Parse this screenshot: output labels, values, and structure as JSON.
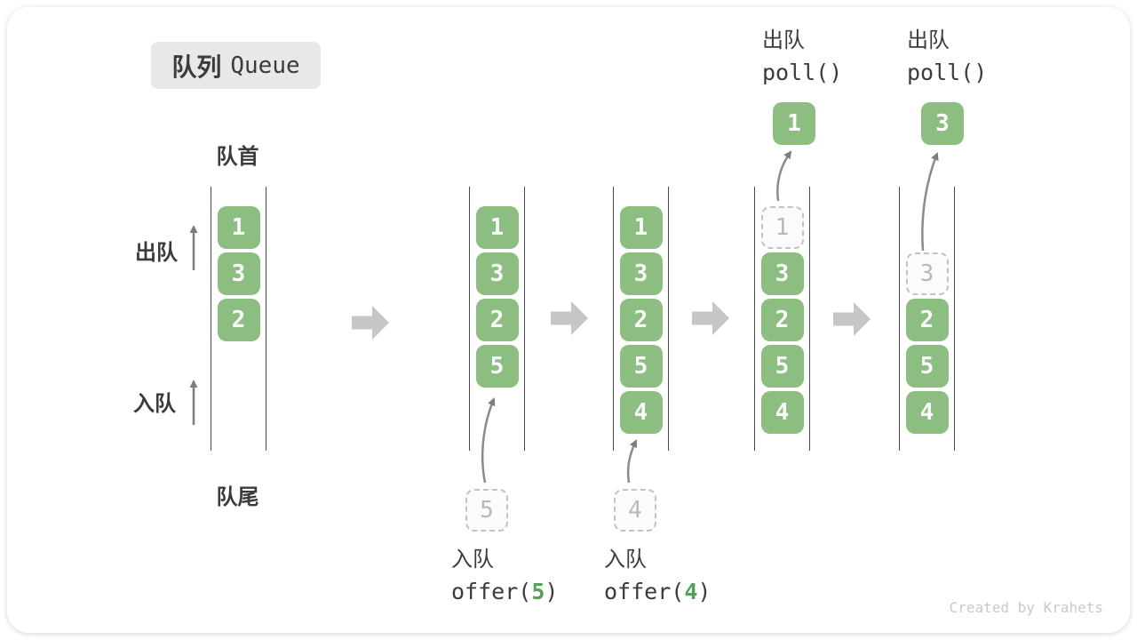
{
  "title": {
    "zh": "队列",
    "en": "Queue"
  },
  "side_labels": {
    "front": "队首",
    "rear": "队尾",
    "dequeue": "出队",
    "enqueue": "入队"
  },
  "columns": [
    {
      "name": "state-initial",
      "slots": [
        "1",
        "3",
        "2"
      ]
    },
    {
      "name": "state-after-offer-5",
      "slots": [
        "1",
        "3",
        "2",
        "5"
      ]
    },
    {
      "name": "state-after-offer-4",
      "slots": [
        "1",
        "3",
        "2",
        "5",
        "4"
      ]
    },
    {
      "name": "state-after-poll-1",
      "removed": "1",
      "slots": [
        "3",
        "2",
        "5",
        "4"
      ]
    },
    {
      "name": "state-after-poll-3",
      "removed": "3",
      "slots": [
        "2",
        "5",
        "4"
      ]
    }
  ],
  "enqueue_ops": [
    {
      "label": "入队",
      "code_fn": "offer(",
      "code_arg": "5",
      "code_close": ")",
      "ghost_value": "5"
    },
    {
      "label": "入队",
      "code_fn": "offer(",
      "code_arg": "4",
      "code_close": ")",
      "ghost_value": "4"
    }
  ],
  "dequeue_ops": [
    {
      "label": "出队",
      "code": "poll()",
      "result": "1"
    },
    {
      "label": "出队",
      "code": "poll()",
      "result": "3"
    }
  ],
  "watermark": "Created by Krahets",
  "colors": {
    "box_green": "#8dbe81",
    "box_text": "#fcfcfc",
    "accent_green": "#53a158",
    "dashed_border": "#c3c3c3",
    "dashed_text": "#b9b9b9",
    "text_dark": "#3b3b3b",
    "arrow_gray": "#7d7d7d",
    "block_arrow_gray": "#c6c6c6",
    "badge_bg": "#e8e8e8",
    "line_dark": "#4b4b4b"
  }
}
